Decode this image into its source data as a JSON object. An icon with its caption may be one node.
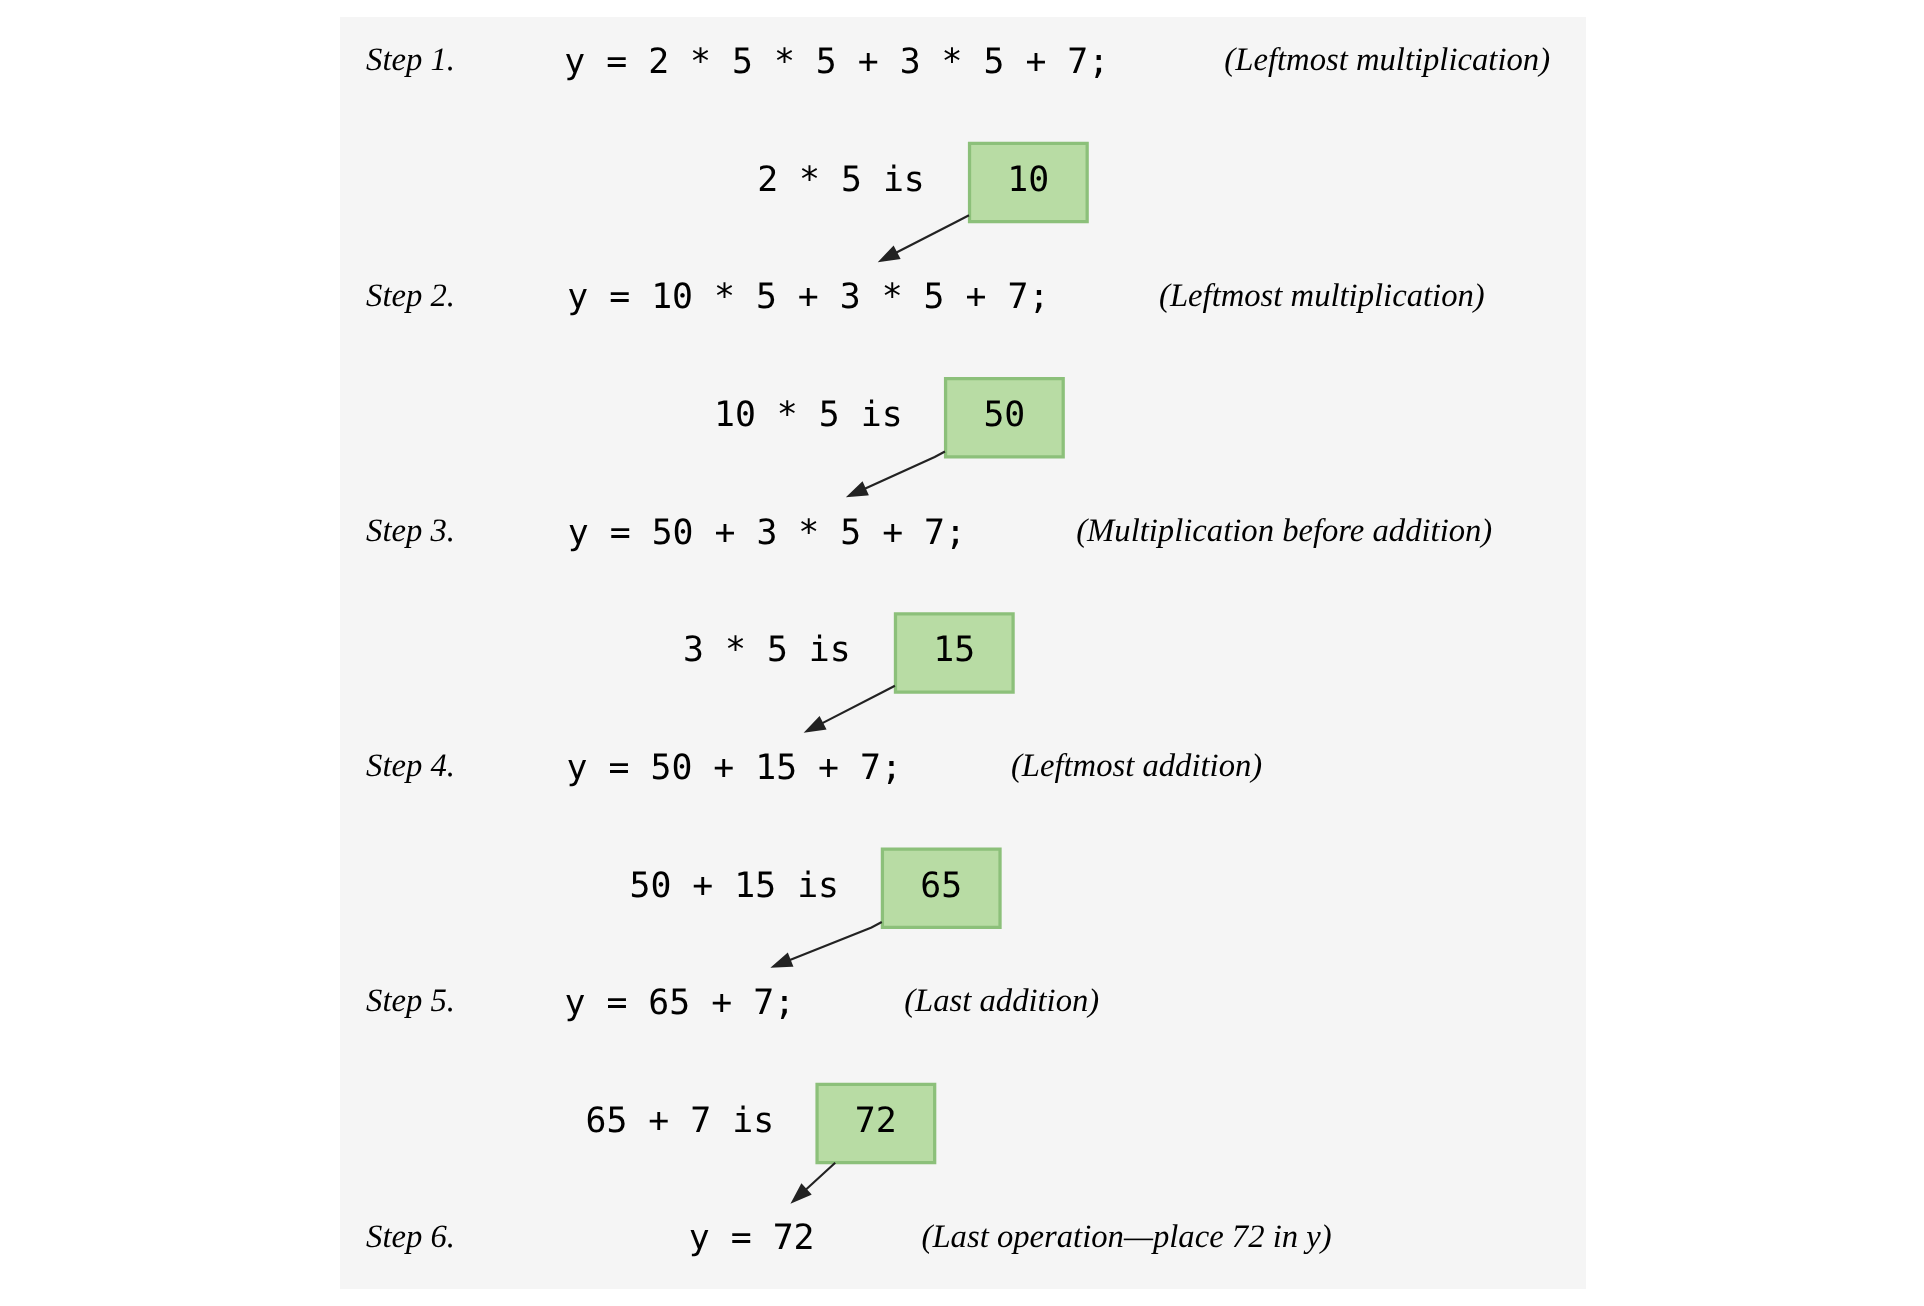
{
  "diagram": {
    "nodes": [
      {
        "text": [
          "10"
        ],
        "beside": [
          "2 * 5 is"
        ]
      },
      {
        "text": [
          "y = 10 * 5 + 3 * 5 + 7;"
        ]
      },
      {
        "text": [
          "50"
        ],
        "beside": [
          "10 * 5 is"
        ]
      },
      {
        "text": [
          "y = 50 + 3 * 5 + 7;"
        ]
      },
      {
        "text": [
          "15"
        ],
        "beside": [
          "3 * 5 is"
        ]
      },
      {
        "text": [
          "y = 50 + 15 + 7;"
        ]
      },
      {
        "text": [
          "65"
        ],
        "beside": [
          "50 + 15 is"
        ]
      },
      {
        "text": [
          "y = 65 + 7;"
        ]
      },
      {
        "text": [
          "72"
        ],
        "beside": [
          "65 + 7 is"
        ]
      },
      {
        "text": [
          "y = 72"
        ]
      }
    ],
    "edges": [
      {
        "from": 0,
        "to": 1,
        "arrow": "to"
      },
      {
        "from": 2,
        "to": 3,
        "arrow": "to"
      },
      {
        "from": 4,
        "to": 5,
        "arrow": "to"
      },
      {
        "from": 6,
        "to": 7,
        "arrow": "to"
      },
      {
        "from": 8,
        "to": 9,
        "arrow": "to"
      }
    ],
    "labels": [
      "Step 1.",
      "y = 2 * 5 * 5 + 3 * 5 + 7;",
      "(Leftmost multiplication)",
      "Step 2.",
      "(Leftmost multiplication)",
      "Step 3.",
      "(Multiplication before addition)",
      "Step 4.",
      "(Leftmost addition)",
      "Step 5.",
      "(Last addition)",
      "Step 6.",
      "(Last operation—place 72 in y)"
    ]
  }
}
